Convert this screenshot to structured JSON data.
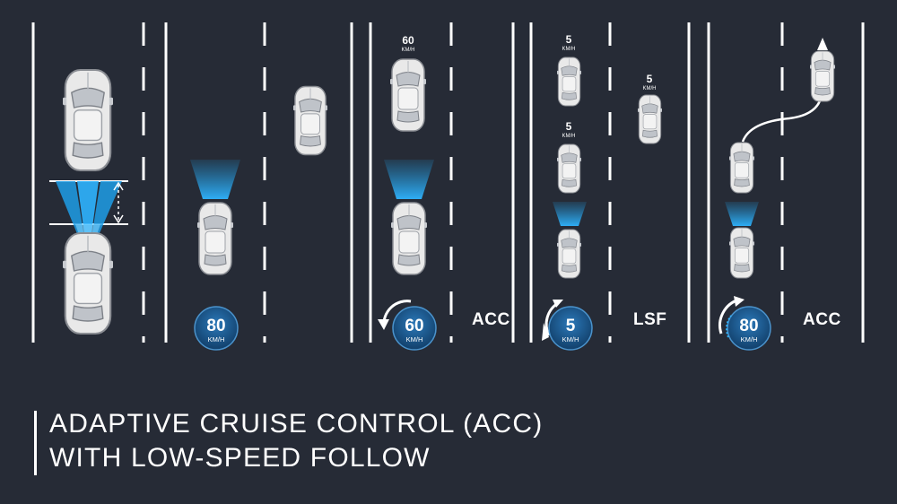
{
  "title": {
    "line1": "ADAPTIVE CRUISE CONTROL (ACC)",
    "line2": "WITH LOW-SPEED FOLLOW"
  },
  "panels": [
    {
      "id": "gap",
      "speed": null,
      "mode": null
    },
    {
      "id": "cruise",
      "speed": "80",
      "unit": "KM/H",
      "mode": null
    },
    {
      "id": "slowdown",
      "speed": "60",
      "unit": "KM/H",
      "mode": "ACC",
      "lead_speed": "60",
      "lead_unit": "KM/H"
    },
    {
      "id": "lowspeed",
      "speed": "5",
      "unit": "KM/H",
      "mode": "LSF",
      "lead_speeds": [
        "5",
        "5",
        "5"
      ],
      "lead_unit": "KM/H"
    },
    {
      "id": "resume",
      "speed": "80",
      "unit": "KM/H",
      "mode": "ACC"
    }
  ],
  "colors": {
    "background": "#262b36",
    "lane": "#ffffff",
    "radar": "#1e9ee6",
    "badge": "#1d5f9a",
    "car_body": "#e8e8e8"
  },
  "icons": [
    "car-icon",
    "radar-beam-icon",
    "speed-badge-icon",
    "accelerate-arrow-icon",
    "decelerate-arrow-icon",
    "lane-change-path-icon",
    "distance-arrow-icon"
  ]
}
